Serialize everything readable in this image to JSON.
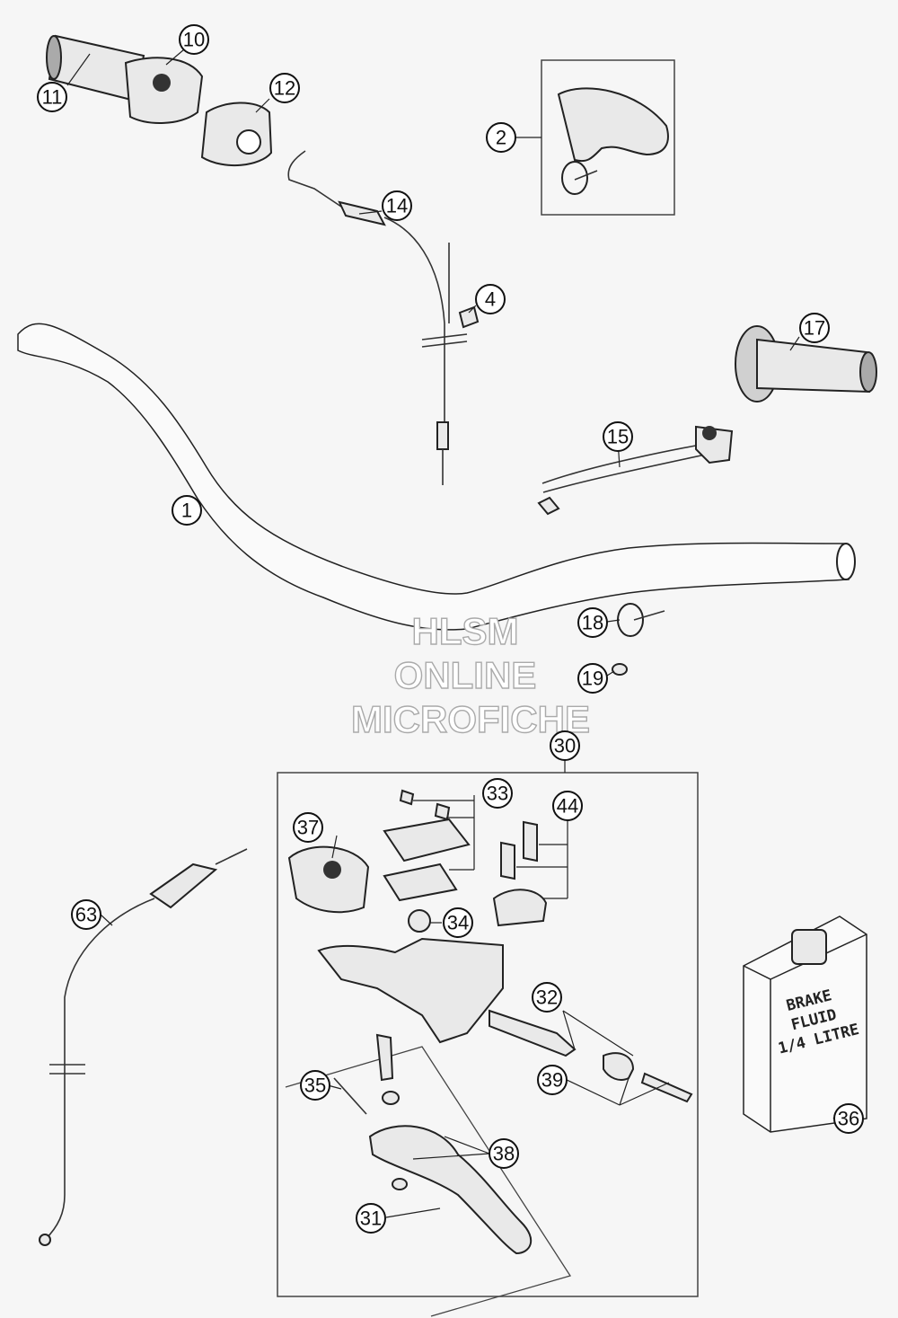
{
  "callouts": [
    "1",
    "2",
    "4",
    "10",
    "11",
    "12",
    "14",
    "15",
    "17",
    "18",
    "19",
    "30",
    "31",
    "32",
    "33",
    "34",
    "35",
    "36",
    "37",
    "38",
    "39",
    "44",
    "63"
  ],
  "watermark": {
    "line1": "HLSM",
    "line2": "ONLINE",
    "line3": "MICROFICHE"
  },
  "fluid_label": {
    "line1": "BRAKE",
    "line2": "FLUID",
    "line3": "1/4 LITRE"
  }
}
